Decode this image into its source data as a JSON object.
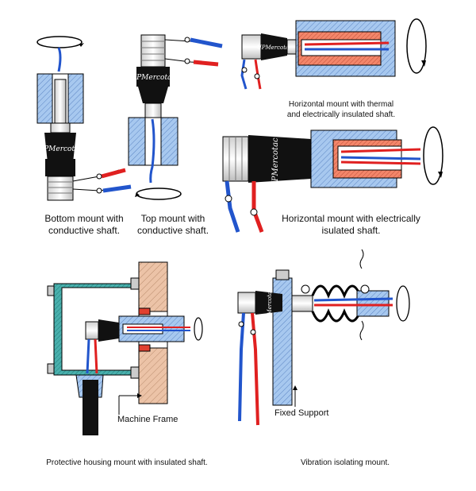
{
  "brand_text": "UPMercotac",
  "captions": {
    "bottom_mount": "Bottom mount with conductive shaft.",
    "top_mount": "Top mount with conductive shaft.",
    "horizontal_thermal": "Horizontal mount with thermal and electrically insulated shaft.",
    "horizontal_electrical": "Horizontal mount with electrically isulated shaft.",
    "protective_housing": "Protective housing mount with insulated shaft.",
    "vibration": "Vibration isolating mount."
  },
  "labels": {
    "machine_frame": "Machine Frame",
    "fixed_support": "Fixed Support"
  },
  "colors": {
    "shaft_blue": "#9cc3ee",
    "insulation_orange": "#f08060",
    "frame_wood": "#e8b89a",
    "housing_teal": "#3aa3a0",
    "wire_red": "#e02020",
    "wire_blue": "#2255cc",
    "connector_black": "#111111"
  }
}
